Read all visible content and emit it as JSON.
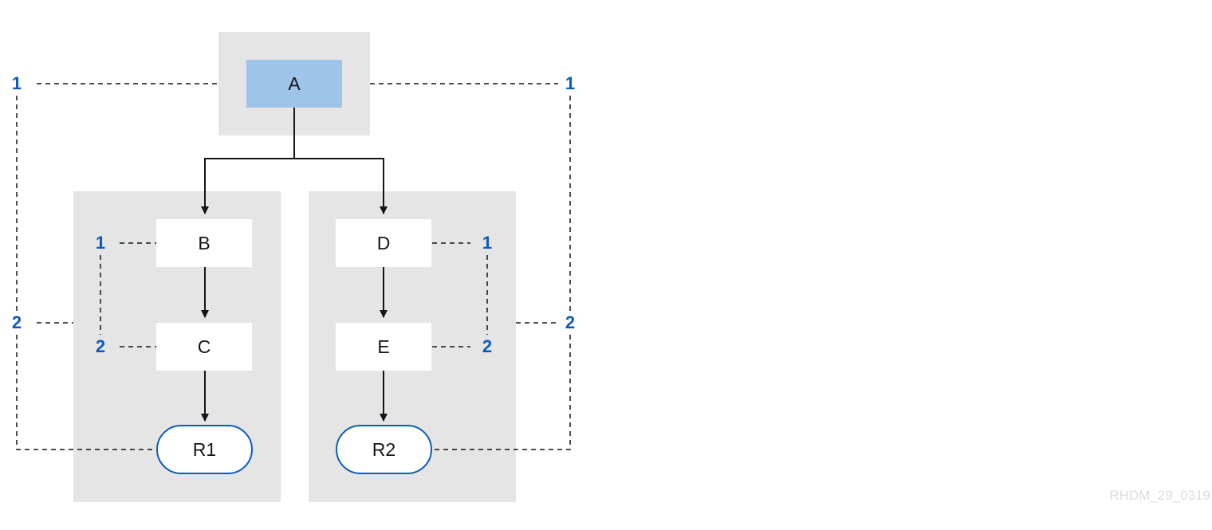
{
  "diagram": {
    "nodes": {
      "a": "A",
      "b": "B",
      "c": "C",
      "d": "D",
      "e": "E",
      "r1": "R1",
      "r2": "R2"
    },
    "callouts": {
      "one": "1",
      "two": "2"
    },
    "colors": {
      "region_fill": "#e5e5e5",
      "highlight_fill": "#9ec4ea",
      "callout_blue": "#0a5bbf",
      "line": "#151515"
    }
  },
  "watermark": "RHDM_29_0319"
}
